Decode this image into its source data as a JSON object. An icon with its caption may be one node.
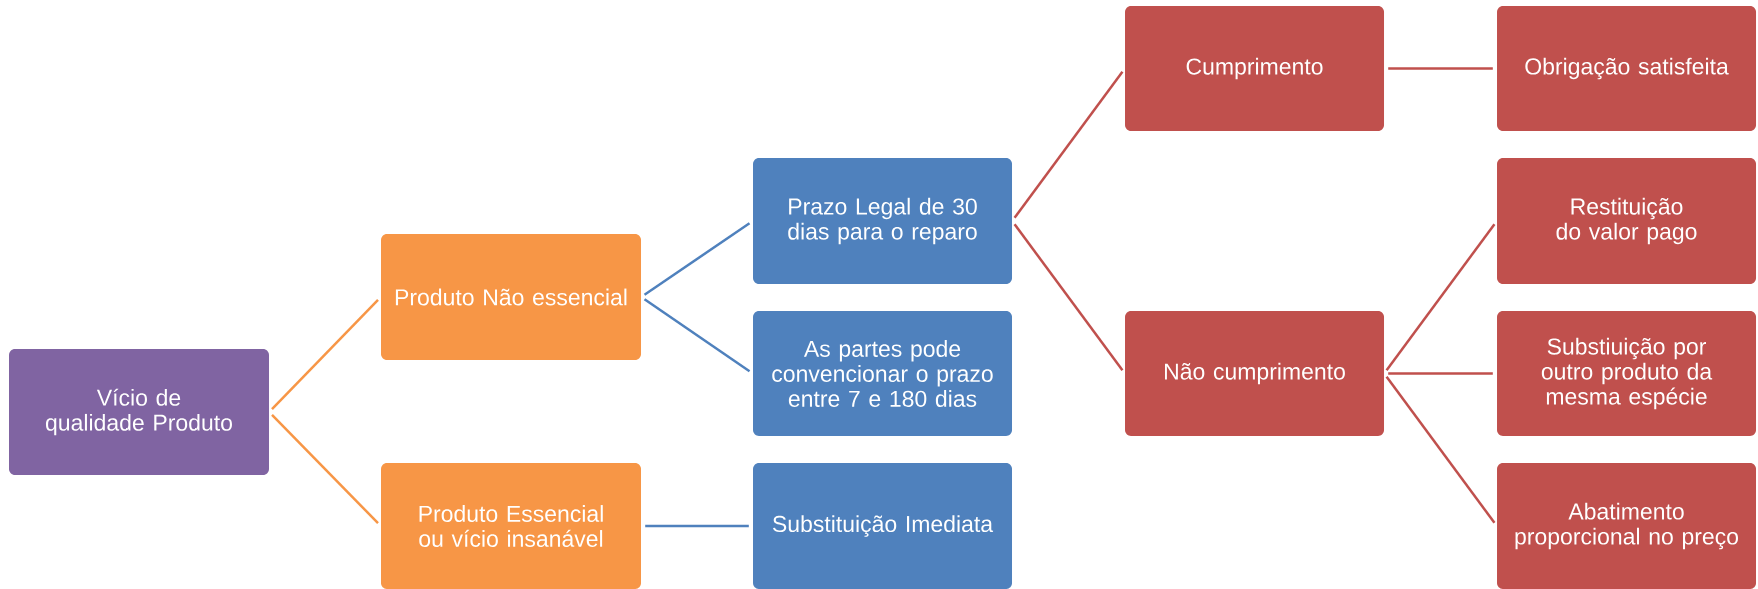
{
  "diagram": {
    "nodes": [
      {
        "text": [
          "Vício de qualidade Produto"
        ]
      },
      {
        "text": [
          "Produto Não essencial"
        ]
      },
      {
        "text": [
          "Produto Essencial ou vício insanável"
        ]
      },
      {
        "text": [
          "Prazo Legal de 30 dias para o reparo"
        ]
      },
      {
        "text": [
          "As partes pode convencionar o prazo entre 7 e 180 dias"
        ]
      },
      {
        "text": [
          "Substituição Imediata"
        ]
      },
      {
        "text": [
          "Cumprimento"
        ]
      },
      {
        "text": [
          "Não cumprimento"
        ]
      },
      {
        "text": [
          "Obrigação satisfeita"
        ]
      },
      {
        "text": [
          "Restituição do valor pago"
        ]
      },
      {
        "text": [
          "Substiuição por outro produto da mesma espécie"
        ]
      },
      {
        "text": [
          "Abatimento proporcional no preço"
        ]
      }
    ],
    "edges": [
      {
        "from": 0,
        "to": 1,
        "arrow": "none",
        "color": "#f79646"
      },
      {
        "from": 0,
        "to": 2,
        "arrow": "none",
        "color": "#f79646"
      },
      {
        "from": 1,
        "to": 3,
        "arrow": "none",
        "color": "#4f81bd"
      },
      {
        "from": 1,
        "to": 4,
        "arrow": "none",
        "color": "#4f81bd"
      },
      {
        "from": 2,
        "to": 5,
        "arrow": "none",
        "color": "#4f81bd"
      },
      {
        "from": 3,
        "to": 6,
        "arrow": "none"
      },
      {
        "from": 3,
        "to": 7,
        "arrow": "none"
      },
      {
        "from": 6,
        "to": 8,
        "arrow": "none"
      },
      {
        "from": 7,
        "to": 9,
        "arrow": "none"
      },
      {
        "from": 7,
        "to": 10,
        "arrow": "none"
      },
      {
        "from": 7,
        "to": 11,
        "arrow": "none"
      }
    ]
  }
}
